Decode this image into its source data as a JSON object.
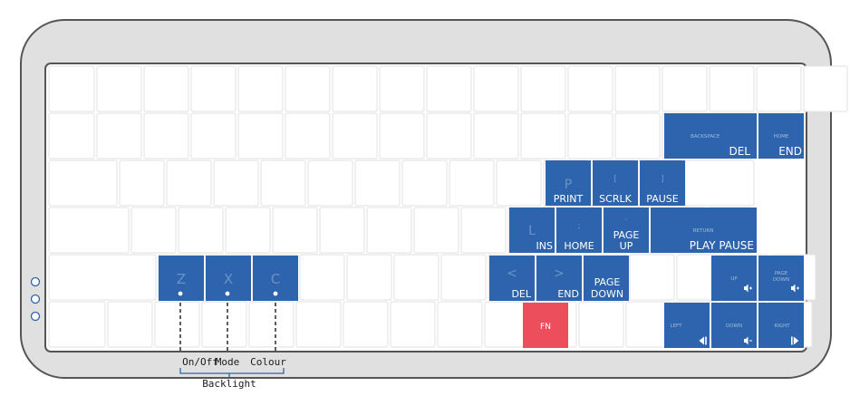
{
  "colors": {
    "case_outer": "#e0e0e0",
    "case_stroke": "#555555",
    "plate_stroke": "#555555",
    "blank_key_stroke": "#e6e6e6",
    "highlight_key": "#2d64ad",
    "fn_key": "#ec4e5b",
    "annotation_line": "#1b1b1b",
    "bracket": "#2d64ad"
  },
  "keys": {
    "del_end": {
      "legend": "BACKSPACE",
      "left": "DEL",
      "right": ""
    },
    "home_end": {
      "legend": "HOME",
      "label": "END"
    },
    "print": {
      "legend": "P",
      "label": "PRINT"
    },
    "scrlk": {
      "legend": "[",
      "label": "SCRLK"
    },
    "pause": {
      "legend": "]",
      "label": "PAUSE"
    },
    "ins": {
      "legend": "L",
      "label": "INS"
    },
    "home": {
      "legend": ";",
      "label": "HOME"
    },
    "pageup": {
      "legend": "'",
      "label_line1": "PAGE",
      "label_line2": "UP"
    },
    "playpause": {
      "legend": "RETURN",
      "label": "PLAY PAUSE"
    },
    "z": {
      "legend": "Z"
    },
    "x": {
      "legend": "X"
    },
    "c": {
      "legend": "C"
    },
    "del": {
      "legend": "<",
      "label": "DEL"
    },
    "end": {
      "legend": ">",
      "label": "END"
    },
    "pagedown": {
      "label_line1": "PAGE",
      "label_line2": "DOWN"
    },
    "up": {
      "legend": "UP",
      "icon": "volume-up-icon"
    },
    "pagedown_vol": {
      "legend_line1": "PAGE",
      "legend_line2": "DOWN",
      "icon": "volume-up-icon"
    },
    "fn": {
      "label": "FN"
    },
    "left": {
      "legend": "LEFT",
      "icon": "previous-track-icon"
    },
    "down": {
      "legend": "DOWN",
      "icon": "volume-down-icon"
    },
    "right": {
      "legend": "RIGHT",
      "icon": "next-track-icon"
    }
  },
  "annotations": {
    "onoff": "On/Off",
    "mode": "Mode",
    "colour": "Colour",
    "group": "Backlight"
  },
  "indicators": [
    "indicator-led-1",
    "indicator-led-2",
    "indicator-led-3"
  ]
}
